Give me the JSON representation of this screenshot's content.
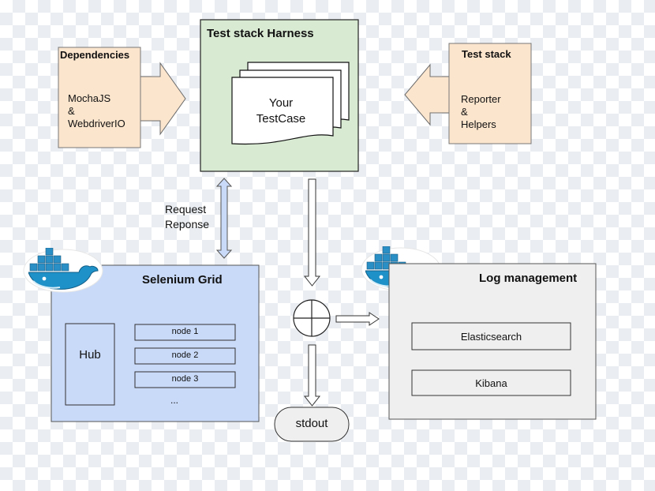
{
  "dependencies": {
    "title": "Dependencies",
    "items": [
      "MochaJS",
      "&",
      "WebdriverIO"
    ]
  },
  "harness": {
    "title": "Test stack Harness",
    "testcase": [
      "Your",
      "TestCase"
    ]
  },
  "test_stack": {
    "title": "Test stack",
    "items": [
      "Reporter",
      "&",
      "Helpers"
    ]
  },
  "request_response": [
    "Request",
    "Reponse"
  ],
  "selenium": {
    "title": "Selenium Grid",
    "hub": "Hub",
    "nodes": [
      "node 1",
      "node 2",
      "node 3"
    ],
    "ellipsis": "..."
  },
  "log_management": {
    "title": "Log management",
    "items": [
      "Elasticsearch",
      "Kibana"
    ]
  },
  "stdout": "stdout",
  "colors": {
    "harness_fill": "#d9ead3",
    "dependency_fill": "#fce5cd",
    "selenium_fill": "#c9daf8",
    "log_fill": "#efefef",
    "docker_blue": "#1d91c8"
  }
}
